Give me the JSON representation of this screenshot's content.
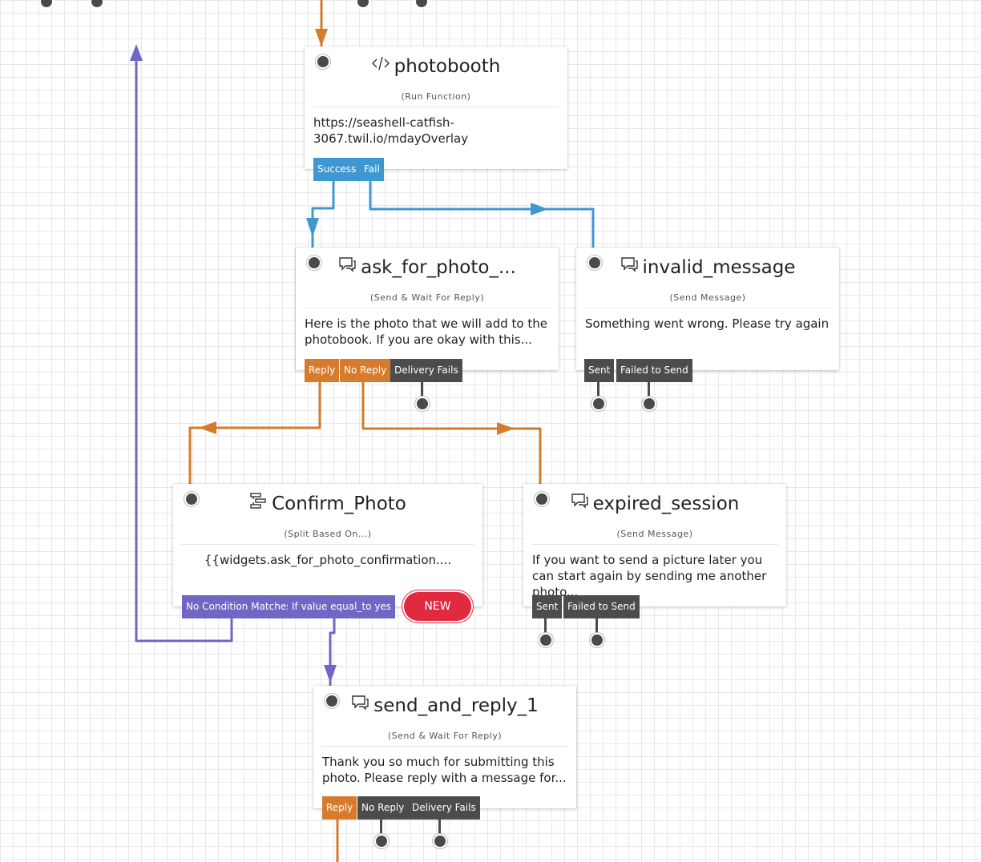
{
  "colors": {
    "success_wire": "#3f97d1",
    "reply_wire": "#d67b2c",
    "split_wire": "#7066c3",
    "neutral_tab": "#4c4c4c",
    "new_badge": "#e02a40"
  },
  "widgets": {
    "photobooth": {
      "title": "photobooth",
      "type_label": "(Run Function)",
      "icon": "code-icon",
      "body": "https://seashell-catfish-3067.twil.io/mdayOverlay",
      "transitions": [
        "Success",
        "Fail"
      ]
    },
    "ask_for_photo": {
      "title": "ask_for_photo_...",
      "type_label": "(Send & Wait For Reply)",
      "icon": "chat-icon",
      "body": "Here is the photo that we will add to the photobook. If you are okay with this...",
      "transitions": [
        "Reply",
        "No Reply",
        "Delivery Fails"
      ]
    },
    "invalid_message": {
      "title": "invalid_message",
      "type_label": "(Send Message)",
      "icon": "chat-icon",
      "body": "Something went wrong. Please try again",
      "transitions": [
        "Sent",
        "Failed to Send"
      ]
    },
    "confirm_photo": {
      "title": "Confirm_Photo",
      "type_label": "(Split Based On...)",
      "icon": "split-icon",
      "body": "{{widgets.ask_for_photo_confirmation....",
      "transitions": [
        "No Condition Matches",
        "If value equal_to yes"
      ],
      "new_label": "NEW"
    },
    "expired_session": {
      "title": "expired_session",
      "type_label": "(Send Message)",
      "icon": "chat-icon",
      "body": "If you want to send a picture later you can start again by sending me another photo...",
      "transitions": [
        "Sent",
        "Failed to Send"
      ]
    },
    "send_and_reply_1": {
      "title": "send_and_reply_1",
      "type_label": "(Send & Wait For Reply)",
      "icon": "chat-icon",
      "body": "Thank you so much for submitting this photo. Please reply with a message for...",
      "transitions": [
        "Reply",
        "No Reply",
        "Delivery Fails"
      ]
    }
  }
}
